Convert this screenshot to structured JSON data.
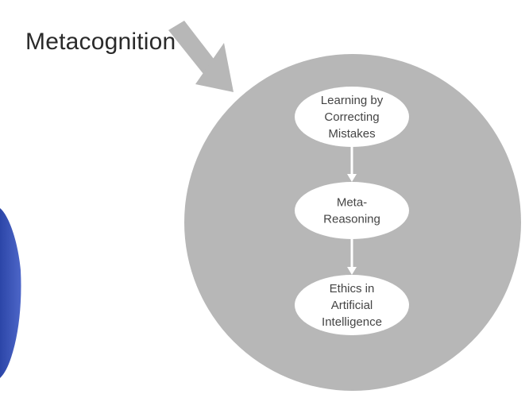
{
  "title": "Metacognition",
  "colors": {
    "circle": "#b7b7b7",
    "node_fill": "#ffffff",
    "node_text": "#444444",
    "pointer_arrow": "#b7b7b7",
    "connector": "#ffffff",
    "figure": "#3a54b8"
  },
  "nodes": [
    {
      "id": "learning",
      "lines": [
        "Learning by",
        "Correcting",
        "Mistakes"
      ]
    },
    {
      "id": "meta-reasoning",
      "lines": [
        "Meta-",
        "Reasoning"
      ]
    },
    {
      "id": "ethics",
      "lines": [
        "Ethics in",
        "Artificial",
        "Intelligence"
      ]
    }
  ],
  "edges": [
    {
      "from": "learning",
      "to": "meta-reasoning"
    },
    {
      "from": "meta-reasoning",
      "to": "ethics"
    }
  ]
}
